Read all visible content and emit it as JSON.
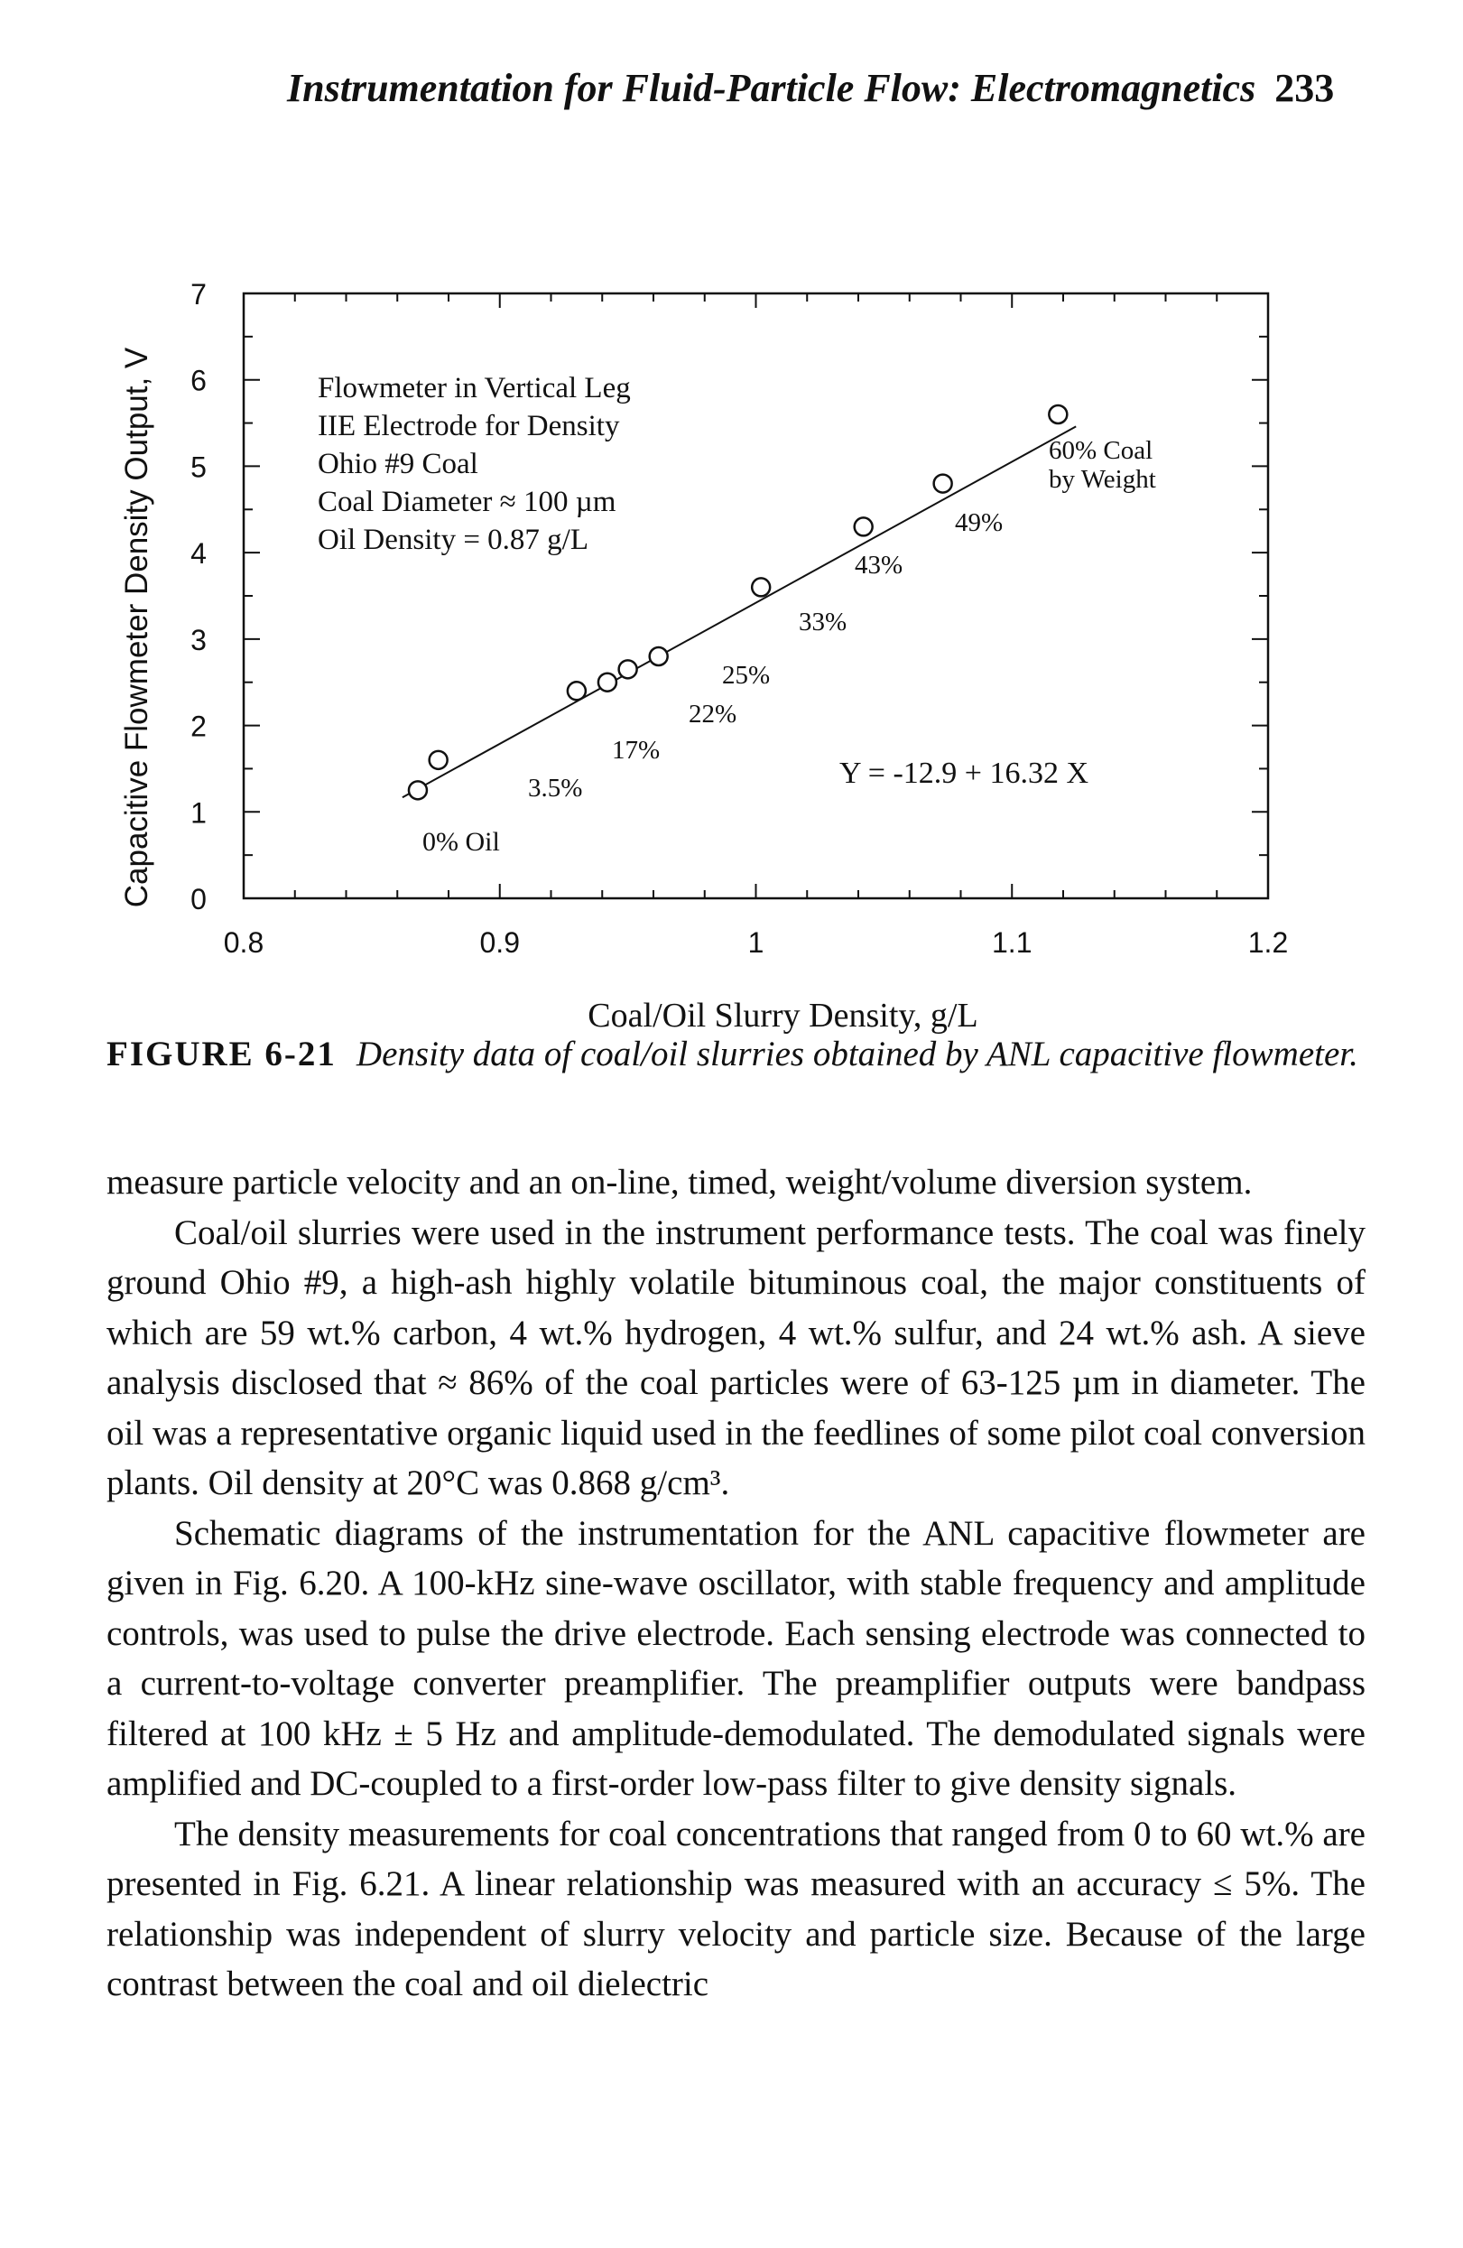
{
  "running_head": {
    "title": "Instrumentation for Fluid-Particle Flow: Electromagnetics",
    "page_number": "233"
  },
  "figure": {
    "label": "FIGURE 6-21",
    "caption": "Density data of coal/oil slurries obtained by ANL capacitive flowmeter."
  },
  "chart_data": {
    "type": "scatter",
    "xlabel": "Coal/Oil Slurry Density, g/L",
    "ylabel": "Capacitive Flowmeter Density Output, V",
    "xlim": [
      0.8,
      1.2
    ],
    "ylim": [
      0,
      7
    ],
    "x_ticks": [
      "0.8",
      "0.9",
      "1",
      "1.1",
      "1.2"
    ],
    "y_ticks": [
      "0",
      "1",
      "2",
      "3",
      "4",
      "5",
      "6",
      "7"
    ],
    "grid": false,
    "legend_lines": [
      "Flowmeter in Vertical Leg",
      "IIE Electrode for Density",
      "Ohio #9 Coal",
      "Coal Diameter ≈ 100 µm",
      "Oil Density = 0.87 g/L"
    ],
    "points": [
      {
        "x": 0.868,
        "y": 1.25,
        "label": "0% Oil"
      },
      {
        "x": 0.876,
        "y": 1.6,
        "label": "3.5%"
      },
      {
        "x": 0.93,
        "y": 2.4,
        "label": "17%"
      },
      {
        "x": 0.942,
        "y": 2.5,
        "label": "22%"
      },
      {
        "x": 0.95,
        "y": 2.65,
        "label": "25%"
      },
      {
        "x": 0.962,
        "y": 2.8,
        "label": "25%"
      },
      {
        "x": 1.002,
        "y": 3.6,
        "label": "33%"
      },
      {
        "x": 1.042,
        "y": 4.3,
        "label": "43%"
      },
      {
        "x": 1.073,
        "y": 4.8,
        "label": "49%"
      },
      {
        "x": 1.118,
        "y": 5.6,
        "label": "60% Coal by Weight"
      }
    ],
    "point_labels": [
      "0% Oil",
      "3.5%",
      "17%",
      "22%",
      "25%",
      "33%",
      "43%",
      "49%",
      "60% Coal",
      "by Weight"
    ],
    "fit_line": {
      "equation": "Y = -12.9 + 16.32 X",
      "intercept": -12.9,
      "slope": 16.32,
      "x_range": [
        0.862,
        1.125
      ]
    }
  },
  "body": {
    "paragraphs": [
      "measure particle velocity and an on-line, timed, weight/volume diversion system.",
      "Coal/oil slurries were used in the instrument performance tests. The coal was finely ground Ohio #9, a high-ash highly volatile bituminous coal, the major constituents of which are 59 wt.% carbon, 4 wt.% hydrogen, 4 wt.% sulfur, and 24 wt.% ash. A sieve analysis disclosed that ≈ 86% of the coal particles were of 63-125 µm in diameter. The oil was a representative organic liquid used in the feedlines of some pilot coal conversion plants. Oil density at 20°C was 0.868 g/cm³.",
      "Schematic diagrams of the instrumentation for the ANL capacitive flowmeter are given in Fig. 6.20. A 100-kHz sine-wave oscillator, with stable frequency and amplitude controls, was used to pulse the drive electrode. Each sensing electrode was connected to a current-to-voltage converter preamplifier. The preamplifier outputs were bandpass filtered at 100 kHz ± 5 Hz and amplitude-demodulated. The demodulated signals were amplified and DC-coupled to a first-order low-pass filter to give density signals.",
      "The density measurements for coal concentrations that ranged from 0 to 60 wt.% are presented in Fig. 6.21. A linear relationship was measured with an accuracy ≤ 5%. The relationship was independent of slurry velocity and particle size. Because of the large contrast between the coal and oil dielectric"
    ]
  }
}
